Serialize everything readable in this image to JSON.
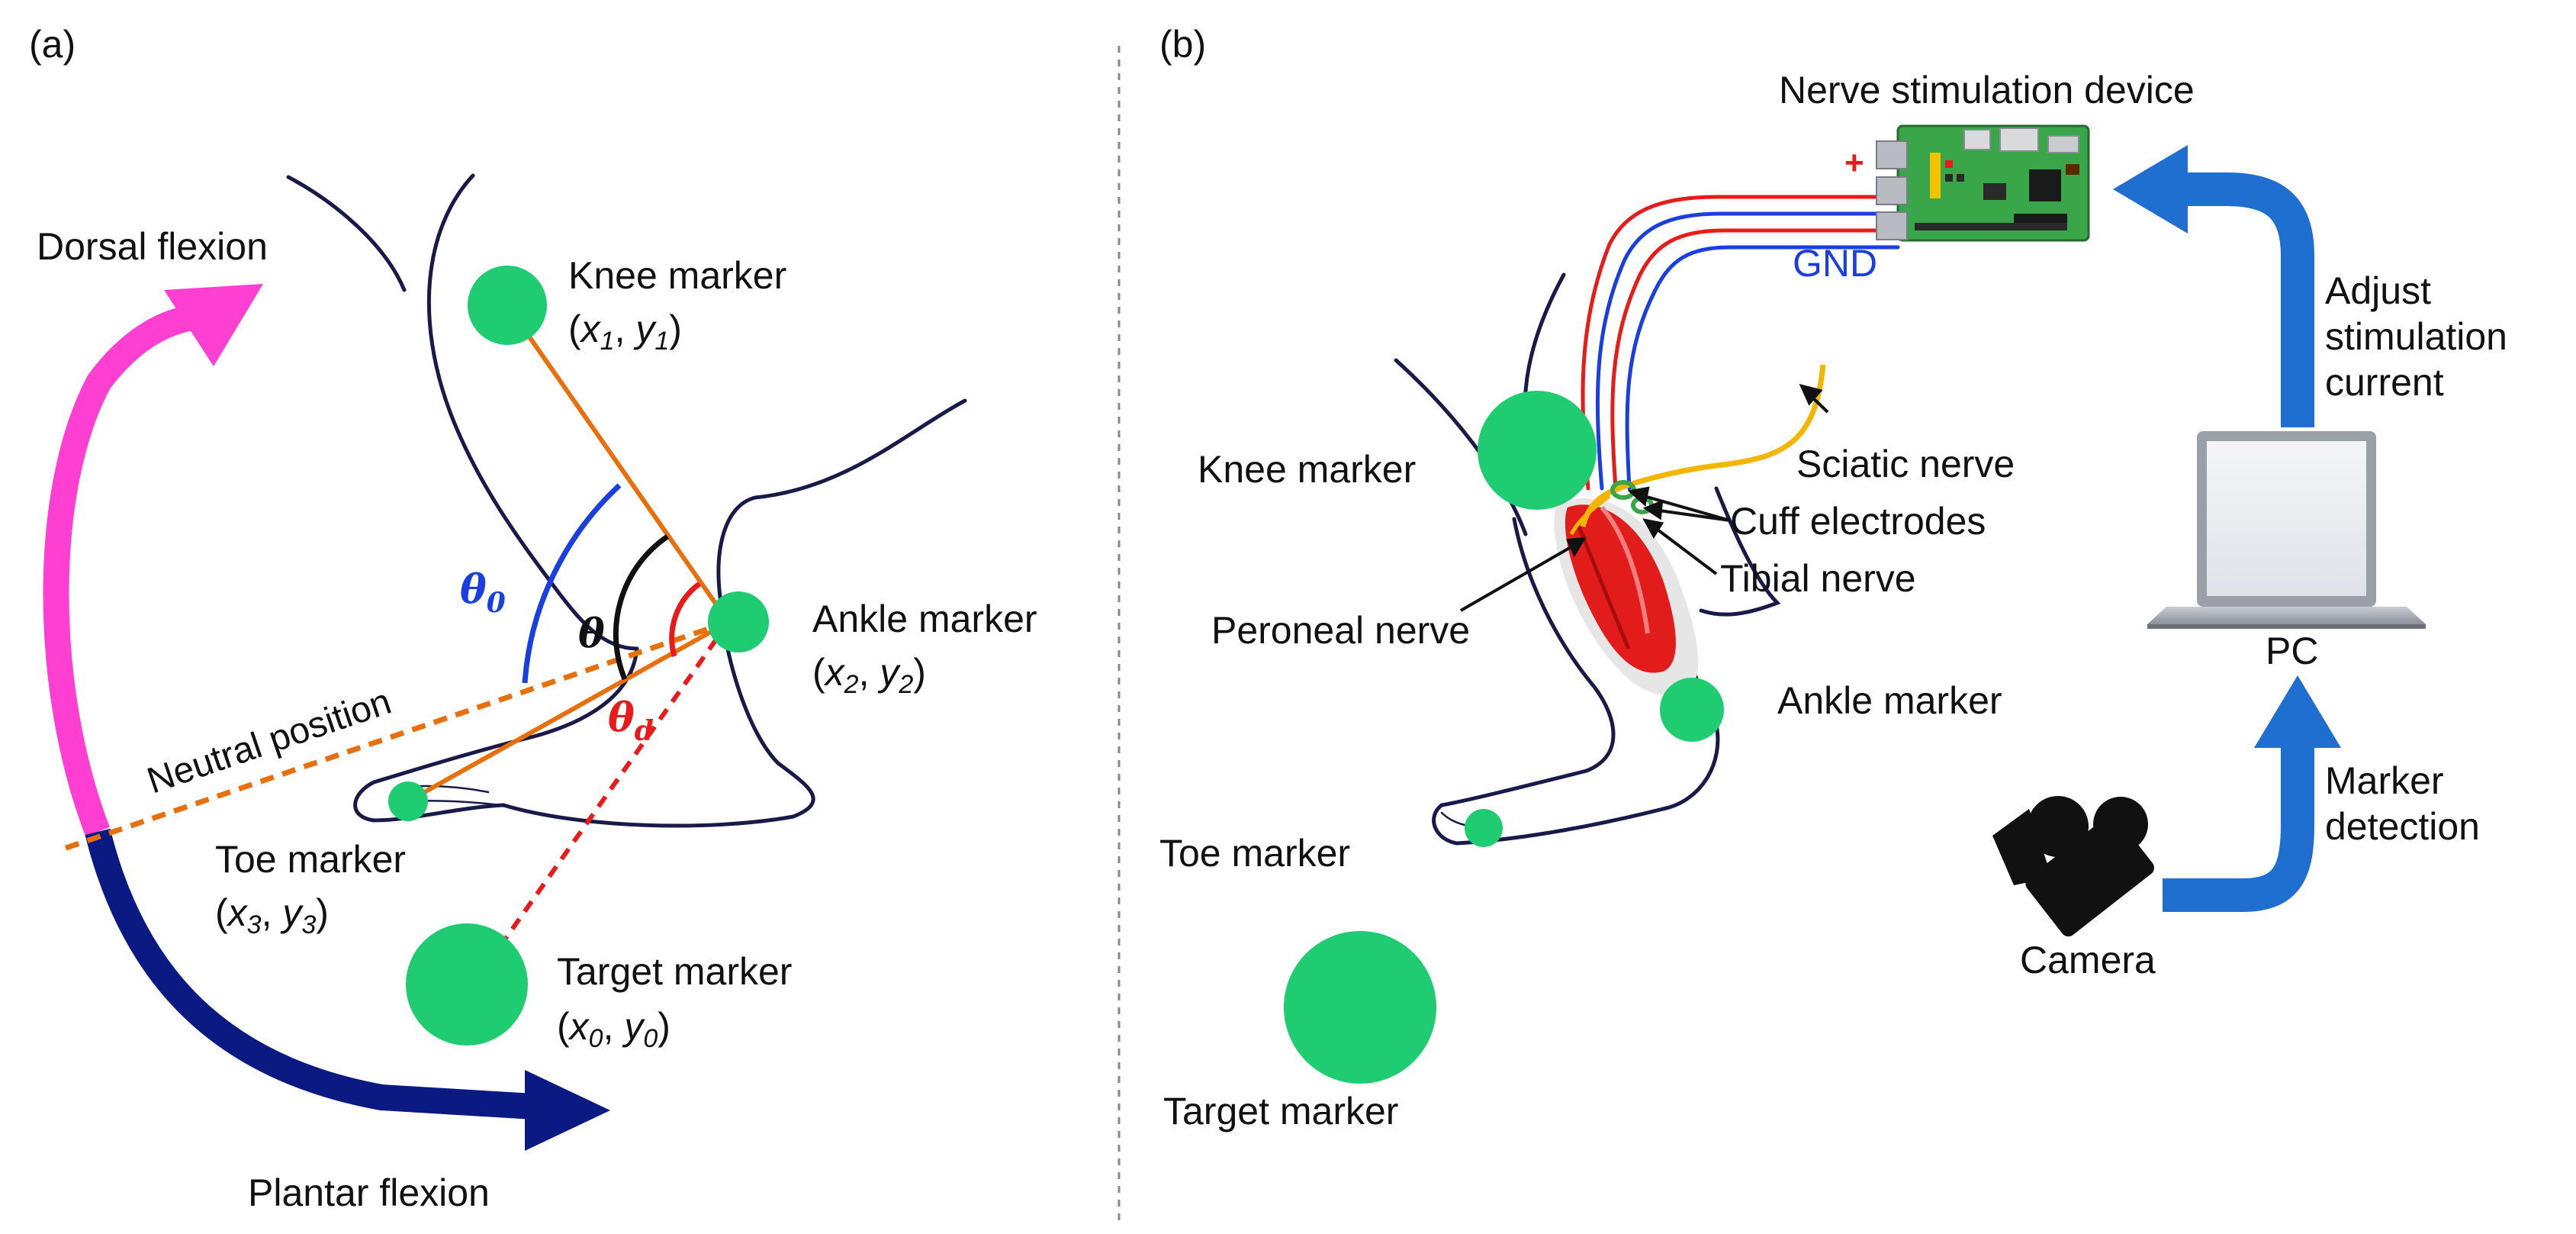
{
  "panel_a": {
    "panel_label": "(a)",
    "dorsal_flexion": "Dorsal flexion",
    "plantar_flexion": "Plantar flexion",
    "neutral_position": "Neutral position",
    "knee_marker": {
      "label": "Knee marker",
      "coord_x": "x",
      "coord_sub_x": "1",
      "coord_y": "y",
      "coord_sub_y": "1"
    },
    "ankle_marker": {
      "label": "Ankle marker",
      "coord_x": "x",
      "coord_sub_x": "2",
      "coord_y": "y",
      "coord_sub_y": "2"
    },
    "toe_marker": {
      "label": "Toe marker",
      "coord_x": "x",
      "coord_sub_x": "3",
      "coord_y": "y",
      "coord_sub_y": "3"
    },
    "target_marker": {
      "label": "Target marker",
      "coord_x": "x",
      "coord_sub_x": "0",
      "coord_y": "y",
      "coord_sub_y": "0"
    },
    "theta_0": {
      "symbol": "θ",
      "subscript": "0"
    },
    "theta": {
      "symbol": "θ"
    },
    "theta_d": {
      "symbol": "θ",
      "subscript": "d"
    }
  },
  "panel_b": {
    "panel_label": "(b)",
    "device_title": "Nerve stimulation device",
    "plus_sign": "+",
    "gnd_label": "GND",
    "knee_marker": "Knee marker",
    "sciatic_nerve": "Sciatic nerve",
    "cuff_electrodes": "Cuff electrodes",
    "tibial_nerve": "Tibial nerve",
    "peroneal_nerve": "Peroneal nerve",
    "ankle_marker": "Ankle marker",
    "toe_marker": "Toe marker",
    "target_marker": "Target marker",
    "adjust_stimulation": [
      "Adjust",
      "stimulation",
      "current"
    ],
    "pc_label": "PC",
    "marker_detection": [
      "Marker",
      "detection"
    ],
    "camera_label": "Camera"
  },
  "colors": {
    "marker_green": "#1fcc72",
    "dorsal_magenta": "#ff3fd2",
    "plantar_navy": "#0a1a82",
    "leg_outline": "#1a1a4a",
    "orange_line": "#e8700c",
    "theta0_blue": "#1a3fe0",
    "thetad_red": "#e81a1a",
    "flow_blue": "#1f6fd0",
    "gnd_blue": "#1a3fe0",
    "plus_red": "#e81a1a",
    "sciatic_yellow": "#f2b600",
    "muscle_red": "#e21b1b",
    "pcb_green": "#3aa64a"
  }
}
